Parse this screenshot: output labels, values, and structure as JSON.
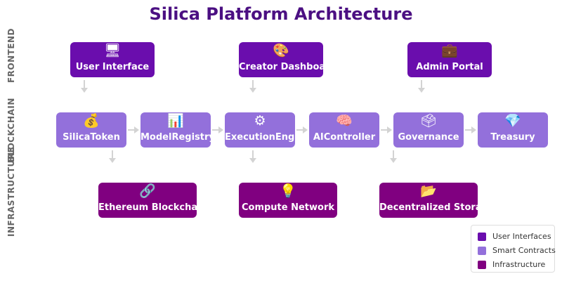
{
  "title": "Silica Platform Architecture",
  "lanes": {
    "frontend": "FRONTEND",
    "blockchain": "BLOCKCHAIN",
    "infrastructure": "INFRASTRUCTURE"
  },
  "user_interfaces": [
    {
      "icon": "🖥",
      "icon_name": "monitor-icon",
      "label": "User Interface"
    },
    {
      "icon": "🎨",
      "icon_name": "palette-icon",
      "label": "Creator Dashboard"
    },
    {
      "icon": "💼",
      "icon_name": "briefcase-icon",
      "label": "Admin Portal"
    }
  ],
  "smart_contracts": [
    {
      "icon": "💰",
      "icon_name": "money-bag-icon",
      "label": "SilicaToken"
    },
    {
      "icon": "📊",
      "icon_name": "bar-chart-icon",
      "label": "ModelRegistry"
    },
    {
      "icon": "⚙",
      "icon_name": "gear-icon",
      "label": "ExecutionEngine"
    },
    {
      "icon": "🧠",
      "icon_name": "brain-icon",
      "label": "AIController"
    },
    {
      "icon": "🗳",
      "icon_name": "ballot-box-icon",
      "label": "Governance"
    },
    {
      "icon": "💎",
      "icon_name": "gem-icon",
      "label": "Treasury"
    }
  ],
  "infrastructure": [
    {
      "icon": "🔗",
      "icon_name": "link-icon",
      "label": "Ethereum Blockchain"
    },
    {
      "icon": "💡",
      "icon_name": "light-bulb-icon",
      "label": "Compute Network"
    },
    {
      "icon": "📂",
      "icon_name": "folder-icon",
      "label": "Decentralized Storage"
    }
  ],
  "legend": [
    {
      "label": "User Interfaces",
      "color": "#6a0dad"
    },
    {
      "label": "Smart Contracts",
      "color": "#9370db"
    },
    {
      "label": "Infrastructure",
      "color": "#800080"
    }
  ],
  "colors": {
    "title": "#4b0f82",
    "user_interface": "#6a0dad",
    "smart_contract": "#9370db",
    "infrastructure": "#800080",
    "arrow": "#d3d3d3"
  }
}
